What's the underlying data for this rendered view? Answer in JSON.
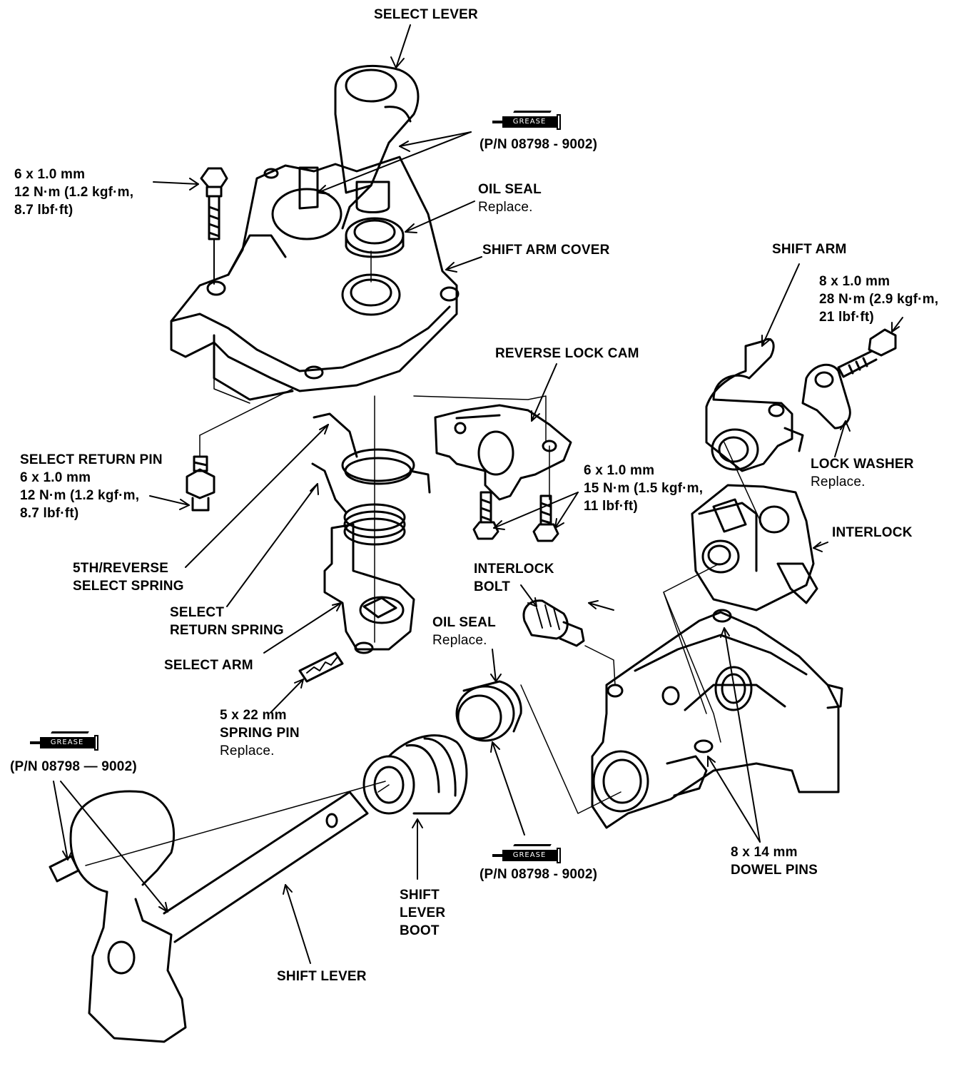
{
  "labels": {
    "select_lever": "SELECT LEVER",
    "grease_top_pn": "(P/N 08798 - 9002)",
    "bolt_top_left": [
      "6 x 1.0 mm",
      "12 N·m (1.2 kgf·m,",
      "8.7 lbf·ft)"
    ],
    "oil_seal_top": "OIL SEAL",
    "oil_seal_top_note": "Replace.",
    "shift_arm_cover": "SHIFT ARM COVER",
    "shift_arm": "SHIFT ARM",
    "bolt_right": [
      "8 x 1.0 mm",
      "28 N·m (2.9 kgf·m,",
      "21 lbf·ft)"
    ],
    "reverse_lock_cam": "REVERSE LOCK CAM",
    "select_return_pin": [
      "SELECT RETURN PIN",
      "6 x 1.0 mm",
      "12 N·m (1.2 kgf·m,",
      "8.7 lbf·ft)"
    ],
    "bolt_middle": [
      "6 x 1.0 mm",
      "15 N·m (1.5 kgf·m,",
      "11 lbf·ft)"
    ],
    "lock_washer": "LOCK WASHER",
    "lock_washer_note": "Replace.",
    "interlock": "INTERLOCK",
    "fifth_reverse_spring": [
      "5TH/REVERSE",
      "SELECT SPRING"
    ],
    "interlock_bolt": [
      "INTERLOCK",
      "BOLT"
    ],
    "select_return_spring": [
      "SELECT",
      "RETURN SPRING"
    ],
    "oil_seal_bottom": "OIL SEAL",
    "oil_seal_bottom_note": "Replace.",
    "select_arm": "SELECT ARM",
    "spring_pin": [
      "5 x 22 mm",
      "SPRING PIN"
    ],
    "spring_pin_note": "Replace.",
    "grease_left_pn": "(P/N 08798 — 9002)",
    "grease_bottom_pn": "(P/N 08798 - 9002)",
    "dowel_pins": [
      "8 x 14 mm",
      "DOWEL PINS"
    ],
    "shift_lever_boot": [
      "SHIFT",
      "LEVER",
      "BOOT"
    ],
    "shift_lever": "SHIFT LEVER",
    "grease_tube_text": "GREASE"
  },
  "icons": {
    "grease_tube": "grease-tube-icon"
  }
}
